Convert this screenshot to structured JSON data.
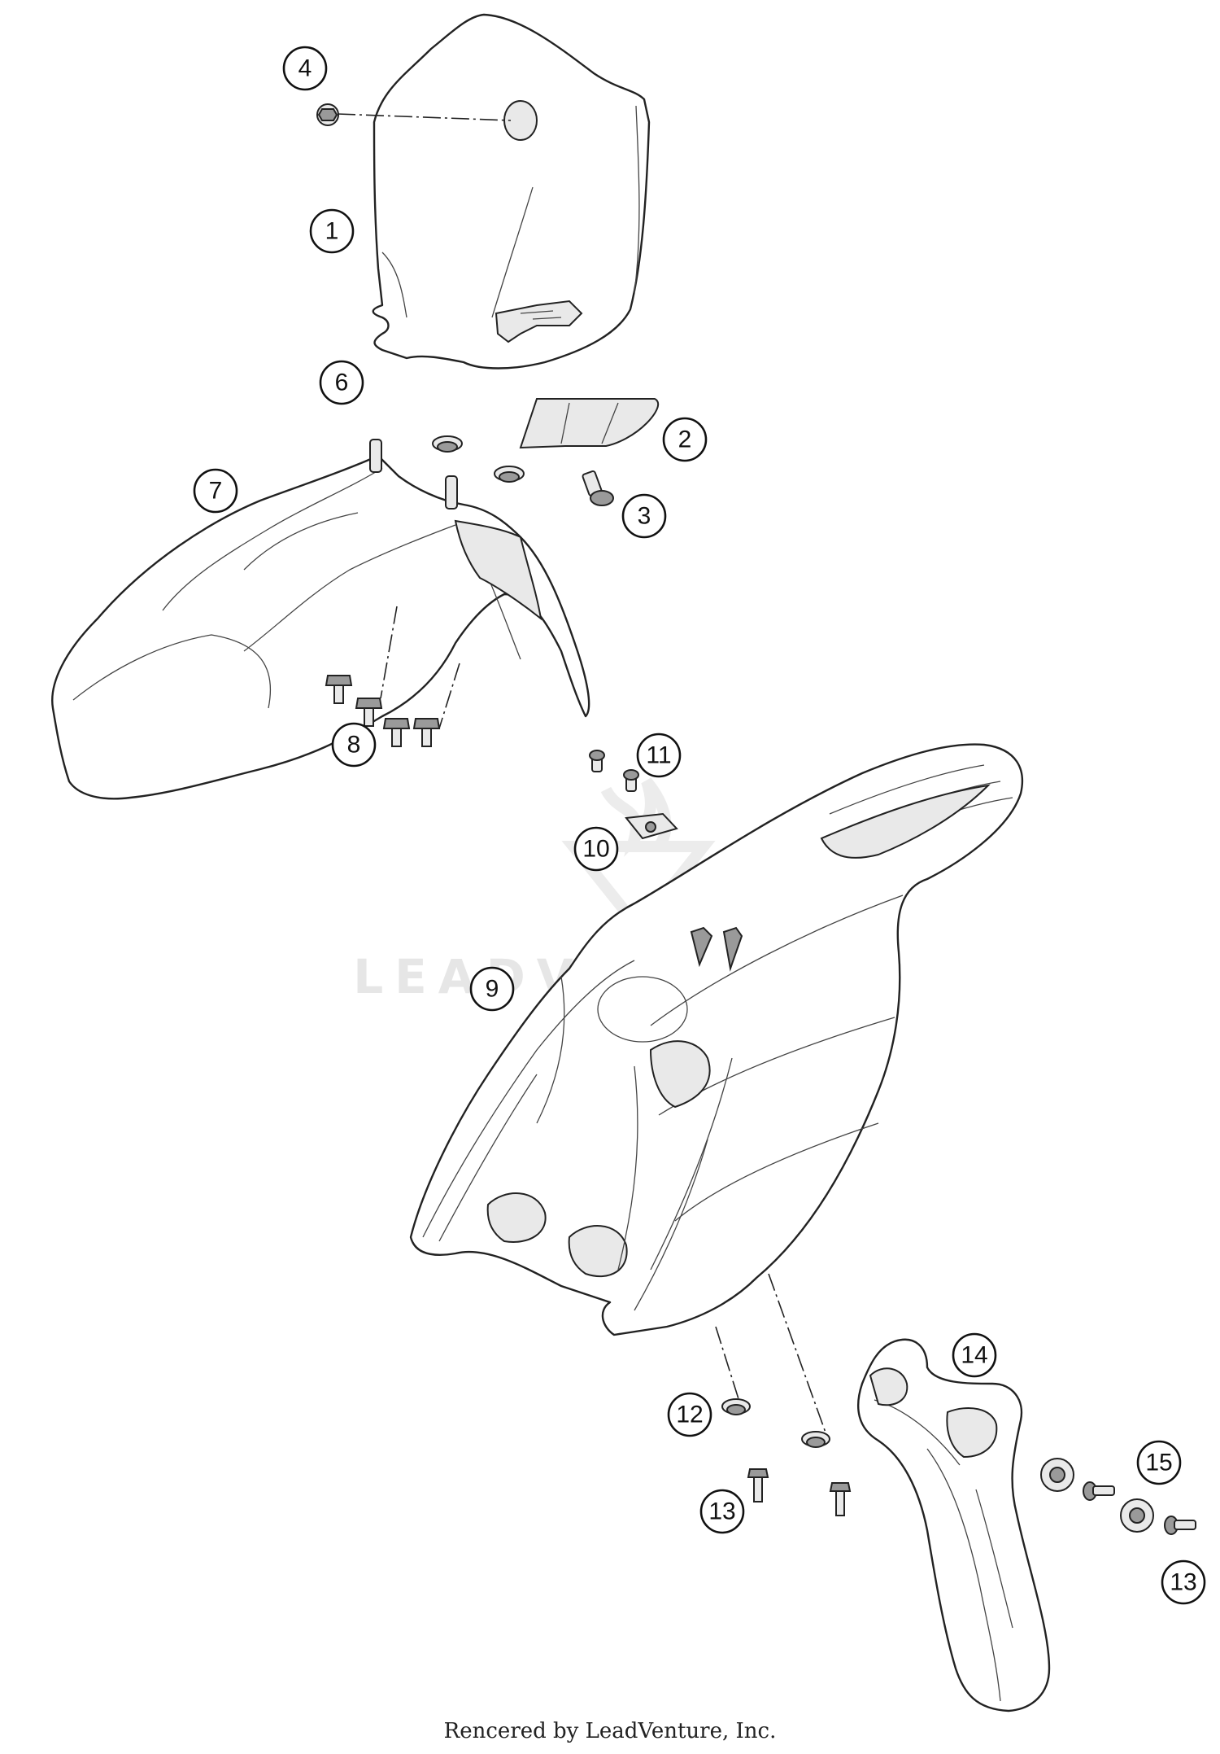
{
  "diagram": {
    "watermark_text": "LEADVENTURE",
    "callouts": [
      "1",
      "2",
      "3",
      "4",
      "6",
      "7",
      "8",
      "9",
      "10",
      "11",
      "12",
      "13",
      "14",
      "15",
      "13"
    ]
  },
  "footer": {
    "credit": "Rencered by LeadVenture, Inc."
  }
}
